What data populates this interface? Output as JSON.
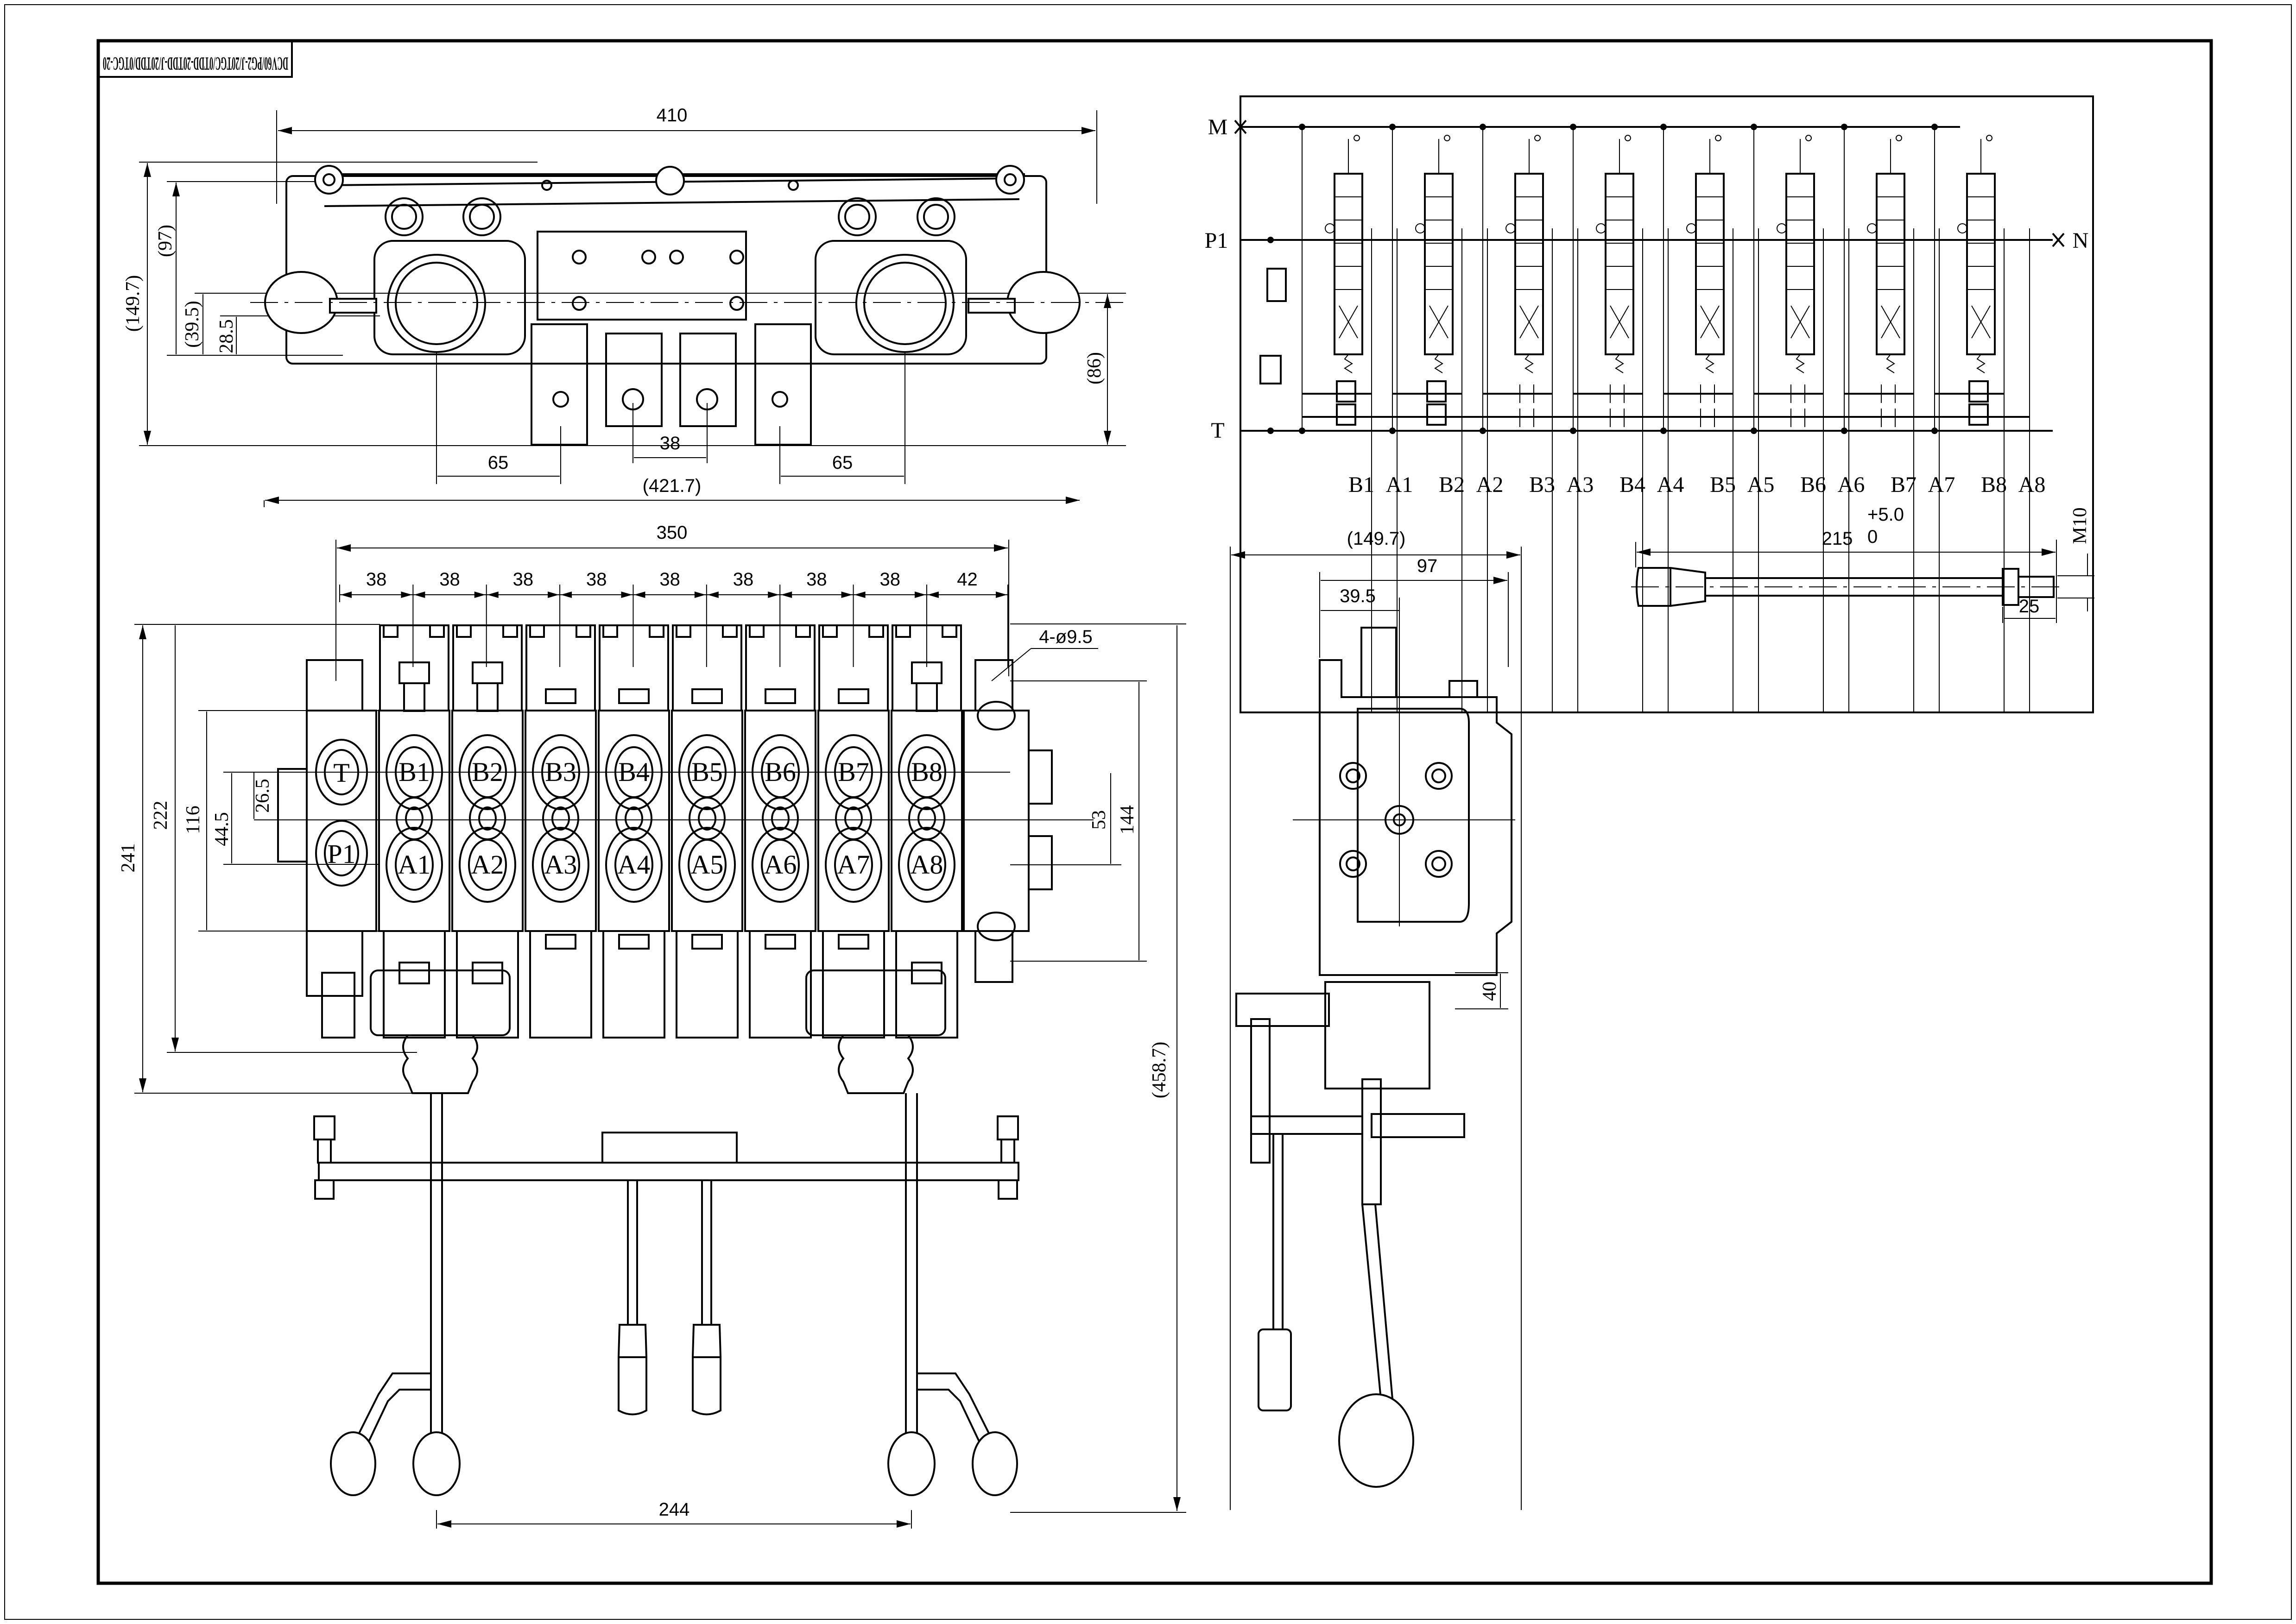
{
  "drawing": {
    "title_block": "DCV60/PG2-J/20TGC/0TDD-20TDD-J/20TDD/0TGC-20",
    "title_orientation": "rotated-180"
  },
  "top_view": {
    "dims": {
      "overall_width": "410",
      "overall_with_levers": "(421.7)",
      "height_total": "(149.7)",
      "height_97": "(97)",
      "height_39_5": "(39.5)",
      "height_28_5": "28.5",
      "right_height": "(86)",
      "left_offset": "65",
      "right_offset": "65",
      "center_spacing": "38"
    }
  },
  "schematic": {
    "left_labels": [
      "M",
      "P1",
      "T"
    ],
    "right_label": "N",
    "ports": [
      "B1",
      "A1",
      "B2",
      "A2",
      "B3",
      "A3",
      "B4",
      "A4",
      "B5",
      "A5",
      "B6",
      "A6",
      "B7",
      "A7",
      "B8",
      "A8"
    ],
    "sections": 8
  },
  "front_view": {
    "dims": {
      "overall_length": "350",
      "section_pitches": [
        "38",
        "38",
        "38",
        "38",
        "38",
        "38",
        "38",
        "38",
        "42"
      ],
      "mount_holes": "4-ø9.5",
      "height_241": "241",
      "height_222": "222",
      "height_116": "116",
      "height_44_5": "44.5",
      "height_26_5": "26.5",
      "right_53": "53",
      "right_144": "144",
      "overall_height": "(458.7)",
      "lever_spacing": "244"
    },
    "inlet_ports": [
      "T",
      "P1"
    ],
    "work_ports_b": [
      "B1",
      "B2",
      "B3",
      "B4",
      "B5",
      "B6",
      "B7",
      "B8"
    ],
    "work_ports_a": [
      "A1",
      "A2",
      "A3",
      "A4",
      "A5",
      "A6",
      "A7",
      "A8"
    ]
  },
  "side_view": {
    "dims": {
      "overall": "(149.7)",
      "width_97": "97",
      "offset_39_5": "39.5",
      "height_40": "40"
    }
  },
  "handle_detail": {
    "length": "215",
    "tolerance_upper": "+5.0",
    "tolerance_lower": "0",
    "thread": "M10",
    "thread_length": "25"
  }
}
